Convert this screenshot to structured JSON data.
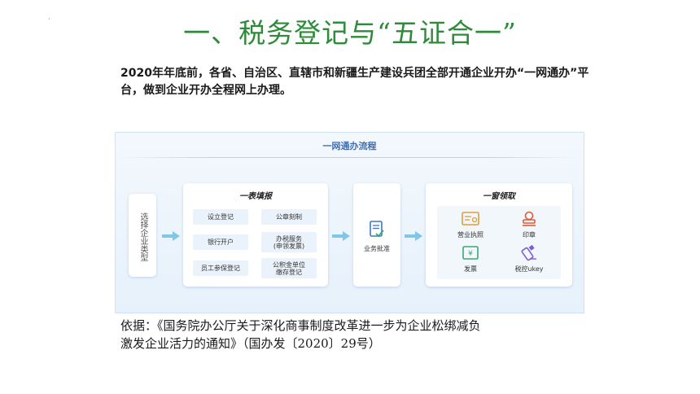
{
  "slide": {
    "title": "一、税务登记与“五证合一”",
    "intro": "2020年年底前，各省、自治区、直辖市和新疆生产建设兵团全部开通企业开办“一网通办”平台，做到企业开办全程网上办理。",
    "basis_line1": "依据：《国务院办公厅关于深化商事制度改革进一步为企业松绑减负",
    "basis_line2": "激发企业活力的通知》（国办发〔2020〕29号）"
  },
  "flow": {
    "title": "一网通办流程",
    "step1": "选择企业类型",
    "form": {
      "title": "一表填报",
      "items": [
        "设立登记",
        "公章刻制",
        "银行开户",
        "办税服务\n(申领发票)",
        "员工参保登记",
        "公积金单位\n缴存登记"
      ]
    },
    "approval": {
      "label": "业务批准"
    },
    "window": {
      "title": "一窗领取",
      "items": [
        "营业执照",
        "印章",
        "发票",
        "税控ukey"
      ]
    }
  },
  "colors": {
    "title_green": "#2e8b3a",
    "flow_blue": "#3f6fb2",
    "icon_orange": "#e39b3b",
    "icon_green": "#3aa873",
    "icon_purple": "#7b5fd0",
    "icon_blue": "#3d78c8"
  },
  "icons": [
    "document-check-icon",
    "license-icon",
    "stamp-icon",
    "invoice-icon",
    "ukey-icon",
    "arrow-right-icon"
  ]
}
